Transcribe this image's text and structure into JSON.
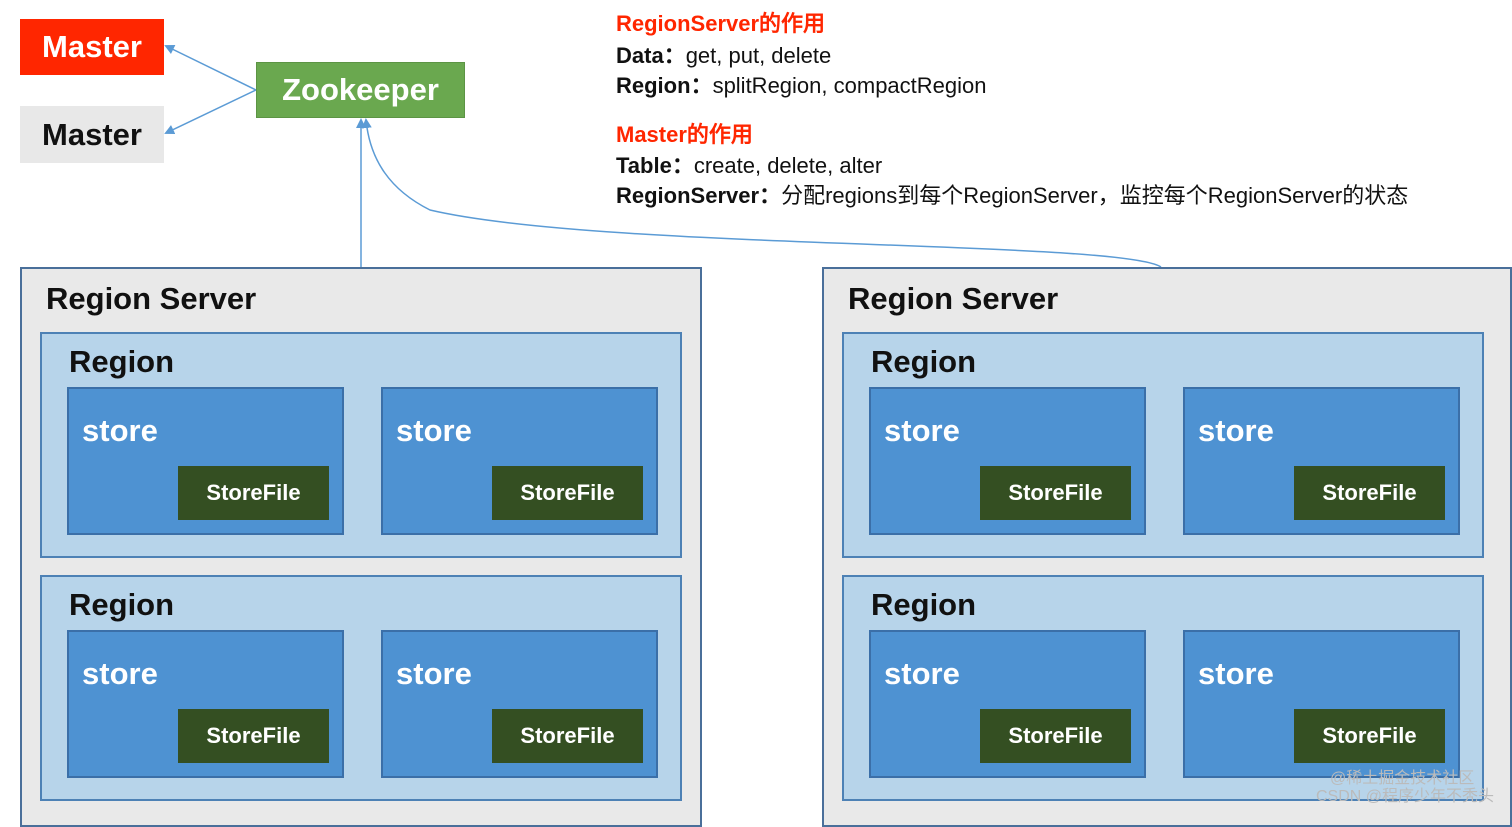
{
  "master_active": "Master",
  "master_backup": "Master",
  "zookeeper": "Zookeeper",
  "info": {
    "rs_heading": "RegionServer的作用",
    "rs_line1_key": "Data：",
    "rs_line1_val": "get, put, delete",
    "rs_line2_key": "Region：",
    "rs_line2_val": "splitRegion, compactRegion",
    "master_heading": "Master的作用",
    "m_line1_key": "Table：",
    "m_line1_val": "create, delete, alter",
    "m_line2_key": "RegionServer：",
    "m_line2_val": "分配regions到每个RegionServer，监控每个RegionServer的状态"
  },
  "servers": [
    {
      "title": "Region Server",
      "regions": [
        {
          "title": "Region",
          "stores": [
            {
              "title": "store",
              "file": "StoreFile"
            },
            {
              "title": "store",
              "file": "StoreFile"
            }
          ]
        },
        {
          "title": "Region",
          "stores": [
            {
              "title": "store",
              "file": "StoreFile"
            },
            {
              "title": "store",
              "file": "StoreFile"
            }
          ]
        }
      ]
    },
    {
      "title": "Region Server",
      "regions": [
        {
          "title": "Region",
          "stores": [
            {
              "title": "store",
              "file": "StoreFile"
            },
            {
              "title": "store",
              "file": "StoreFile"
            }
          ]
        },
        {
          "title": "Region",
          "stores": [
            {
              "title": "store",
              "file": "StoreFile"
            },
            {
              "title": "store",
              "file": "StoreFile"
            }
          ]
        }
      ]
    }
  ],
  "watermark": {
    "line1": "@稀土掘金技术社区",
    "line2": "CSDN @程序少年不秃头"
  },
  "colors": {
    "master_active": "#ff2600",
    "master_backup": "#e8e8e8",
    "zookeeper": "#6aa84f",
    "region_server_bg": "#e9e9e9",
    "region_bg": "#b7d4ea",
    "store_bg": "#4e92d2",
    "storefile_bg": "#344f22",
    "connector": "#5b9bd5"
  }
}
